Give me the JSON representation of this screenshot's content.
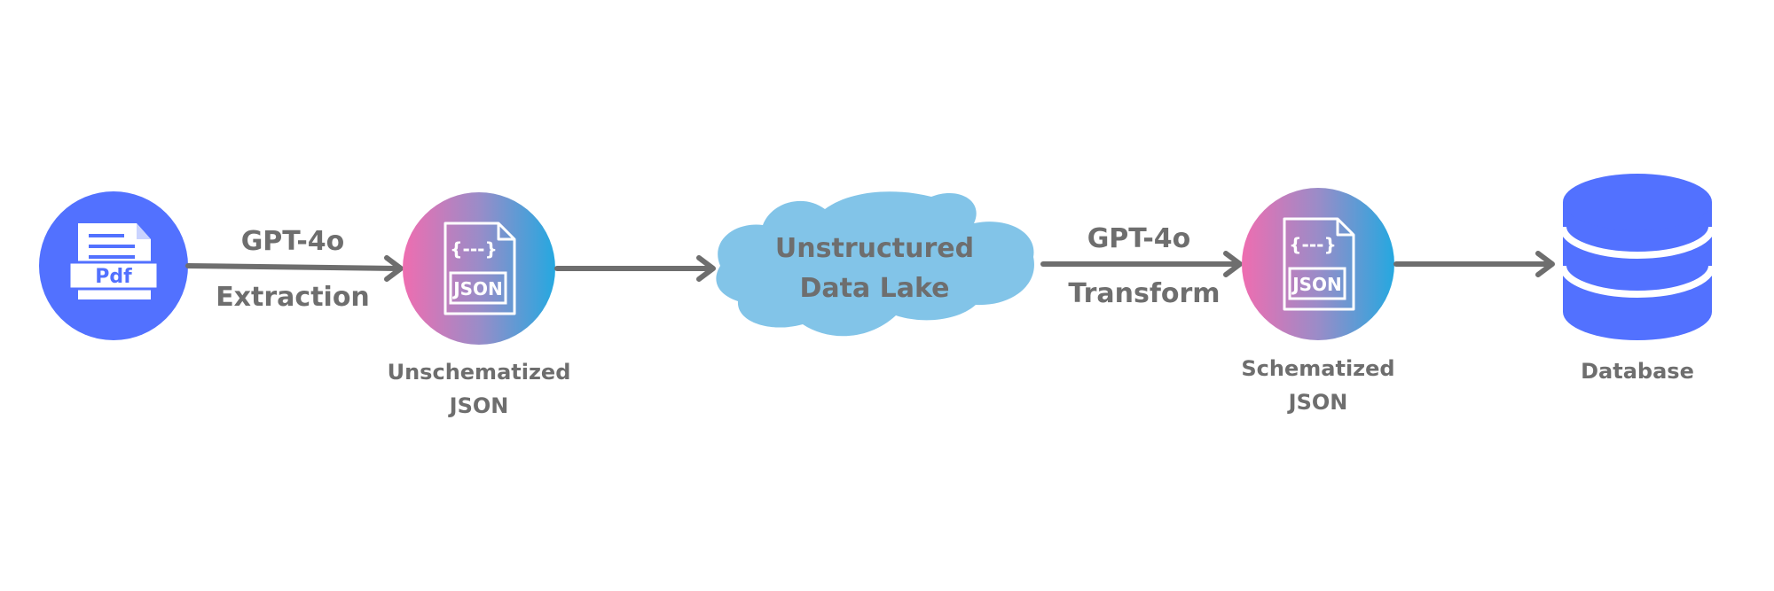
{
  "diagram": {
    "nodes": {
      "pdf": {
        "icon": "pdf-file-icon",
        "label": "Pdf"
      },
      "unschematized": {
        "icon": "json-file-icon",
        "badge": "JSON",
        "glyph": "{---}",
        "caption_line1": "Unschematized",
        "caption_line2": "JSON"
      },
      "lake": {
        "icon": "cloud-icon",
        "line1": "Unstructured",
        "line2": "Data Lake"
      },
      "schematized": {
        "icon": "json-file-icon",
        "badge": "JSON",
        "glyph": "{---}",
        "caption_line1": "Schematized",
        "caption_line2": "JSON"
      },
      "database": {
        "icon": "database-icon",
        "caption": "Database"
      }
    },
    "edges": {
      "extraction": {
        "model": "GPT-4o",
        "action": "Extraction"
      },
      "transform": {
        "model": "GPT-4o",
        "action": "Transform"
      }
    },
    "colors": {
      "blue": "#5271ff",
      "arrow": "#6e6e6e",
      "text": "#6e6e6e",
      "cloud": "#82c4e8",
      "gradient_pink": "#ef6db0",
      "gradient_blue": "#25a8e0"
    }
  }
}
